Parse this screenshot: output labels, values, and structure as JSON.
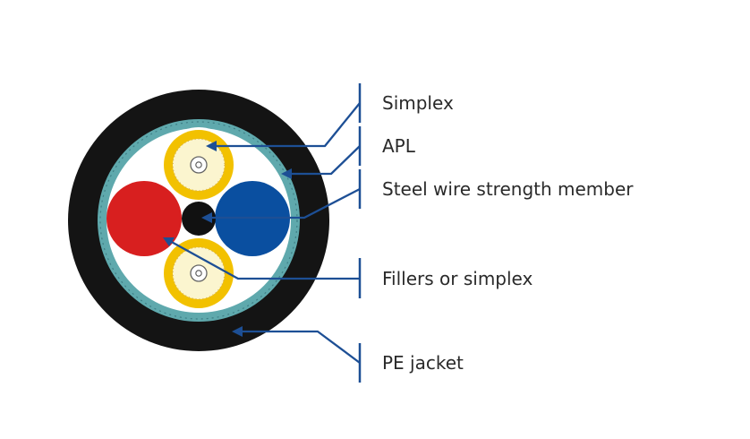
{
  "labels": {
    "simplex": "Simplex",
    "apl": "APL",
    "steel_wire": "Steel wire strength member",
    "fillers": "Fillers or simplex",
    "pe_jacket": "PE jacket"
  },
  "colors": {
    "jacket": "#141414",
    "apl_band": "#5fa9ad",
    "simplex_yellow": "#f2c100",
    "fiber_core": "#fbf5cf",
    "filler_red": "#d81f1f",
    "filler_blue": "#0a4fa0",
    "steel_core": "#111111",
    "leader_line": "#1d4f95",
    "label_text": "#2a2a2a"
  }
}
